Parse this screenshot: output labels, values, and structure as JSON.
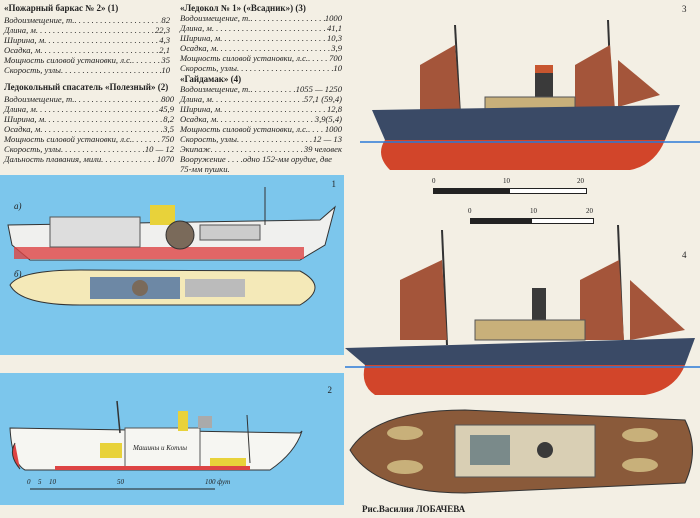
{
  "specs": [
    {
      "title": "«Пожарный баркас № 2» (1)",
      "rows": [
        {
          "k": "Водоизмещение, т.",
          "v": "82"
        },
        {
          "k": "Длина, м",
          "v": "22,3"
        },
        {
          "k": "Ширина, м",
          "v": "4,3"
        },
        {
          "k": "Осадка, м",
          "v": "2,1"
        },
        {
          "k": "Мощность силовой установки, л.с.",
          "v": "35"
        },
        {
          "k": "Скорость, узлы",
          "v": "10"
        }
      ]
    },
    {
      "title": "Ледокольный спасатель «Полезный» (2)",
      "rows": [
        {
          "k": "Водоизмещение, т.",
          "v": "800"
        },
        {
          "k": "Длина, м",
          "v": "45,9"
        },
        {
          "k": "Ширина, м",
          "v": "8,2"
        },
        {
          "k": "Осадка, м",
          "v": "3,5"
        },
        {
          "k": "Мощность силовой установки, л.с.",
          "v": "750"
        },
        {
          "k": "Скорость, узлы",
          "v": "10 — 12"
        },
        {
          "k": "Дальность плавания, мили",
          "v": "1070"
        }
      ]
    },
    {
      "title": "«Ледокол № 1» («Всадник») (3)",
      "rows": [
        {
          "k": "Водоизмещение, т.",
          "v": "1000"
        },
        {
          "k": "Длина, м",
          "v": "41,1"
        },
        {
          "k": "Ширина, м",
          "v": "10,3"
        },
        {
          "k": "Осадка, м",
          "v": "3,9"
        },
        {
          "k": "Мощность силовой установки, л.с.",
          "v": "700"
        },
        {
          "k": "Скорость, узлы",
          "v": "10"
        }
      ]
    },
    {
      "title": "«Гайдамак» (4)",
      "rows": [
        {
          "k": "Водоизмещение, т.",
          "v": "1055 — 1250"
        },
        {
          "k": "Длина, м",
          "v": "57,1 (59,4)"
        },
        {
          "k": "Ширина, м",
          "v": "12,8"
        },
        {
          "k": "Осадка, м",
          "v": "3,9(5,4)"
        },
        {
          "k": "Мощность силовой установки, л.с.",
          "v": "1000"
        },
        {
          "k": "Скорость, узлы",
          "v": "12 — 13"
        },
        {
          "k": "Экипаж",
          "v": "39 человек"
        }
      ],
      "armament": "Вооружение . . . .одно 152-мм орудие, две 75-мм пушки."
    }
  ],
  "figures": {
    "panel1": {
      "number": "1",
      "view_a": "а)",
      "view_b": "б)"
    },
    "panel2": {
      "number": "2",
      "scale": [
        "0",
        "5",
        "10",
        "50",
        "100 фут"
      ],
      "room_label": "Машины и Котлы"
    },
    "ship3": {
      "number": "3",
      "scale": [
        "0",
        "10",
        "20"
      ]
    },
    "ship4": {
      "number": "4",
      "scale": [
        "0",
        "10",
        "20"
      ]
    }
  },
  "caption": "Рис.Василия ЛОБАЧЕВА",
  "colors": {
    "panel_bg": "#7cc6ec",
    "hull_dark": "#3a4a66",
    "hull_red": "#d2452a",
    "sail": "#a4553a"
  }
}
